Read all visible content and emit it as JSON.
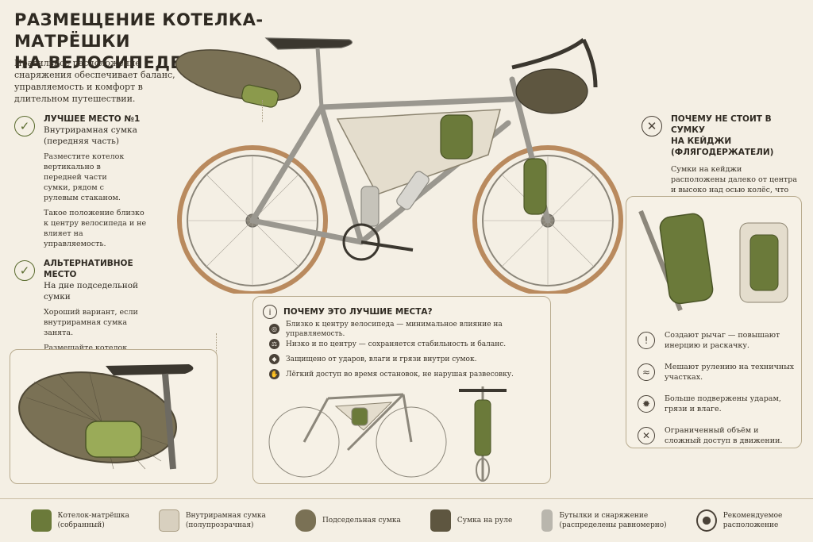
{
  "header": {
    "title_line1": "РАЗМЕЩЕНИЕ КОТЕЛКА-МАТРЁШКИ",
    "title_line2": "НА ВЕЛОСИПЕДЕ",
    "subtitle": "Правильное расположение снаряжения обеспечивает баланс, управляемость и комфорт в длительном путешествии."
  },
  "best": {
    "heading": "ЛУЧШЕЕ МЕСТО №1",
    "sub1": "Внутрирамная сумка",
    "sub2": "(передняя часть)",
    "body1": "Разместите котелок вертикально в передней части сумки, рядом с рулевым стаканом.",
    "body2": "Такое положение близко к центру велосипеда и не влияет на управляемость."
  },
  "alt": {
    "heading": "АЛЬТЕРНАТИВНОЕ МЕСТО",
    "sub": "На дне подседельной сумки",
    "body1": "Хороший вариант, если внутрирамная сумка занята.",
    "body2": "Размещайте котелок горизонтально вдоль дна сумки, ближе к центру велосипеда."
  },
  "why": {
    "heading": "ПОЧЕМУ ЭТО ЛУЧШИЕ МЕСТА?",
    "items": [
      "Близко к центру велосипеда — минимальное влияние на управляемость.",
      "Низко и по центру — сохраняется стабильность и баланс.",
      "Защищено от ударов, влаги и грязи внутри сумок.",
      "Лёгкий доступ во время остановок, не нарушая развесовку."
    ]
  },
  "notfork": {
    "heading1": "ПОЧЕМУ НЕ СТОИТ В СУМКУ",
    "heading2": "НА КЕЙДЖИ (ФЛЯГОДЕРЖАТЕЛИ)",
    "body": "Сумки на кейджи расположены далеко от центра и высоко над осью колёс, что ухудшает баланс и управляемость.",
    "items": [
      "Создают рычаг — повышают инерцию и раскачку.",
      "Мешают рулению на техничных участках.",
      "Больше подвержены ударам, грязи и влаге.",
      "Ограниченный объём и сложный доступ в движении."
    ]
  },
  "legend": [
    {
      "l1": "Котелок-матрёшка",
      "l2": "(собранный)",
      "color": "#6b7a3a"
    },
    {
      "l1": "Внутрирамная сумка",
      "l2": "(полупрозрачная)",
      "color": "#d8d0bf"
    },
    {
      "l1": "Подседельная сумка",
      "l2": "",
      "color": "#7a7155"
    },
    {
      "l1": "Сумка на руле",
      "l2": "",
      "color": "#5e5640"
    },
    {
      "l1": "Бутылки и снаряжение",
      "l2": "(распределены равномерно)",
      "color": "#b9b6ad"
    },
    {
      "l1": "Рекомендуемое",
      "l2": "расположение",
      "color": "#4a4238"
    }
  ]
}
